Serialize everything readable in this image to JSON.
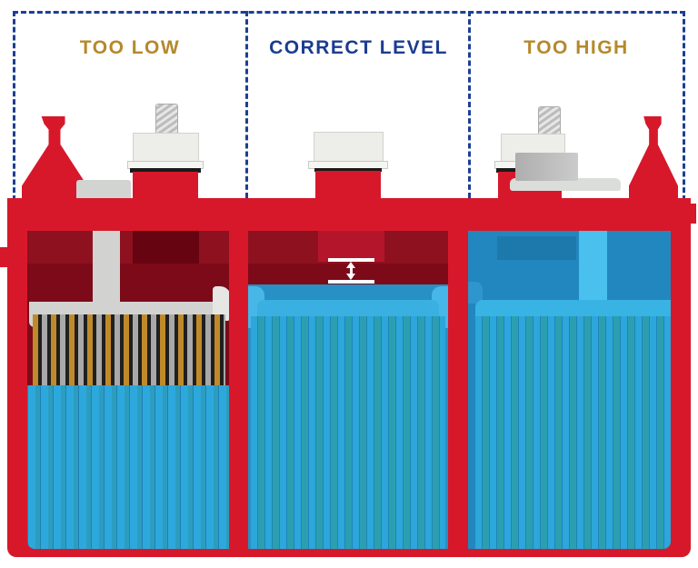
{
  "diagram_title": "",
  "sections": [
    {
      "id": "too-low",
      "label": "TOO LOW",
      "label_color": "#b5892b",
      "status": "low",
      "description_parts": [
        "exposed-plates",
        "low-electrolyte"
      ]
    },
    {
      "id": "correct-level",
      "label": "CORRECT LEVEL",
      "label_color": "#1c3c91",
      "status": "correct",
      "description_parts": [
        "level-gap-arrow",
        "electrolyte-at-correct-level"
      ]
    },
    {
      "id": "too-high",
      "label": "TOO HIGH",
      "label_color": "#b5892b",
      "status": "high",
      "description_parts": [
        "cell-completely-flooded"
      ]
    }
  ],
  "icons": [
    {
      "name": "level-gap-arrow-icon",
      "glyph": "↕",
      "color": "#ffffff"
    }
  ],
  "colors": {
    "case_red": "#d7182b",
    "interior_maroon": "#7d0a18",
    "interior_recess": "#8e1120",
    "electrolyte_blue": "#2790c4",
    "element_light_blue": "#3aafe2",
    "plate_stripe_blue": "#2ca6db",
    "plate_stripe_teal": "#2b9fb0",
    "exposed_plate_gold": "#c08a2a",
    "exposed_plate_black": "#202020",
    "exposed_plate_gray": "#a9a9a9",
    "cap_ivory": "#ededE9",
    "metal_gray": "#c9c9c9",
    "guide_dash_blue": "#1d3f94",
    "label_gold": "#b5892b",
    "label_blue": "#1c3c91"
  }
}
